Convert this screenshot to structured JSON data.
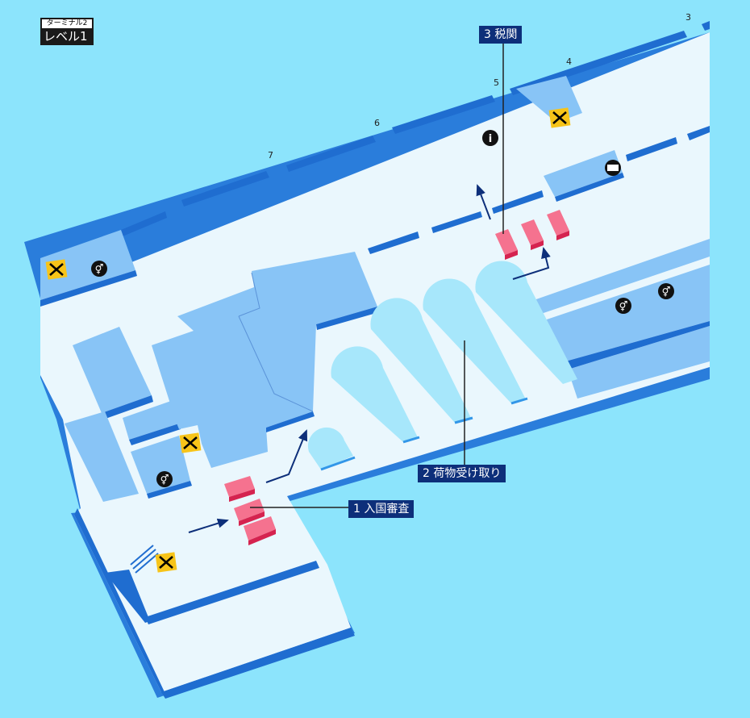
{
  "header": {
    "terminal": "ターミナル2",
    "level": "レベル1"
  },
  "steps": [
    {
      "number": "1",
      "text": "入国審査"
    },
    {
      "number": "2",
      "text": "荷物受け取り"
    },
    {
      "number": "3",
      "text": "税関"
    }
  ],
  "gates": [
    "3",
    "4",
    "5",
    "6",
    "7"
  ],
  "icons": [
    "restroom-icon",
    "no-entry-icon",
    "information-icon",
    "currency-exchange-icon",
    "escalator-icon"
  ],
  "colors": {
    "background": "#8ce4fc",
    "floor": "#eaf7fd",
    "room": "#88c4f6",
    "wall": "#1f6dd0",
    "counter": "#f5728f",
    "carousel": "#a7e7fb",
    "callout": "#0d2f7a",
    "sign": "#f7c419"
  }
}
